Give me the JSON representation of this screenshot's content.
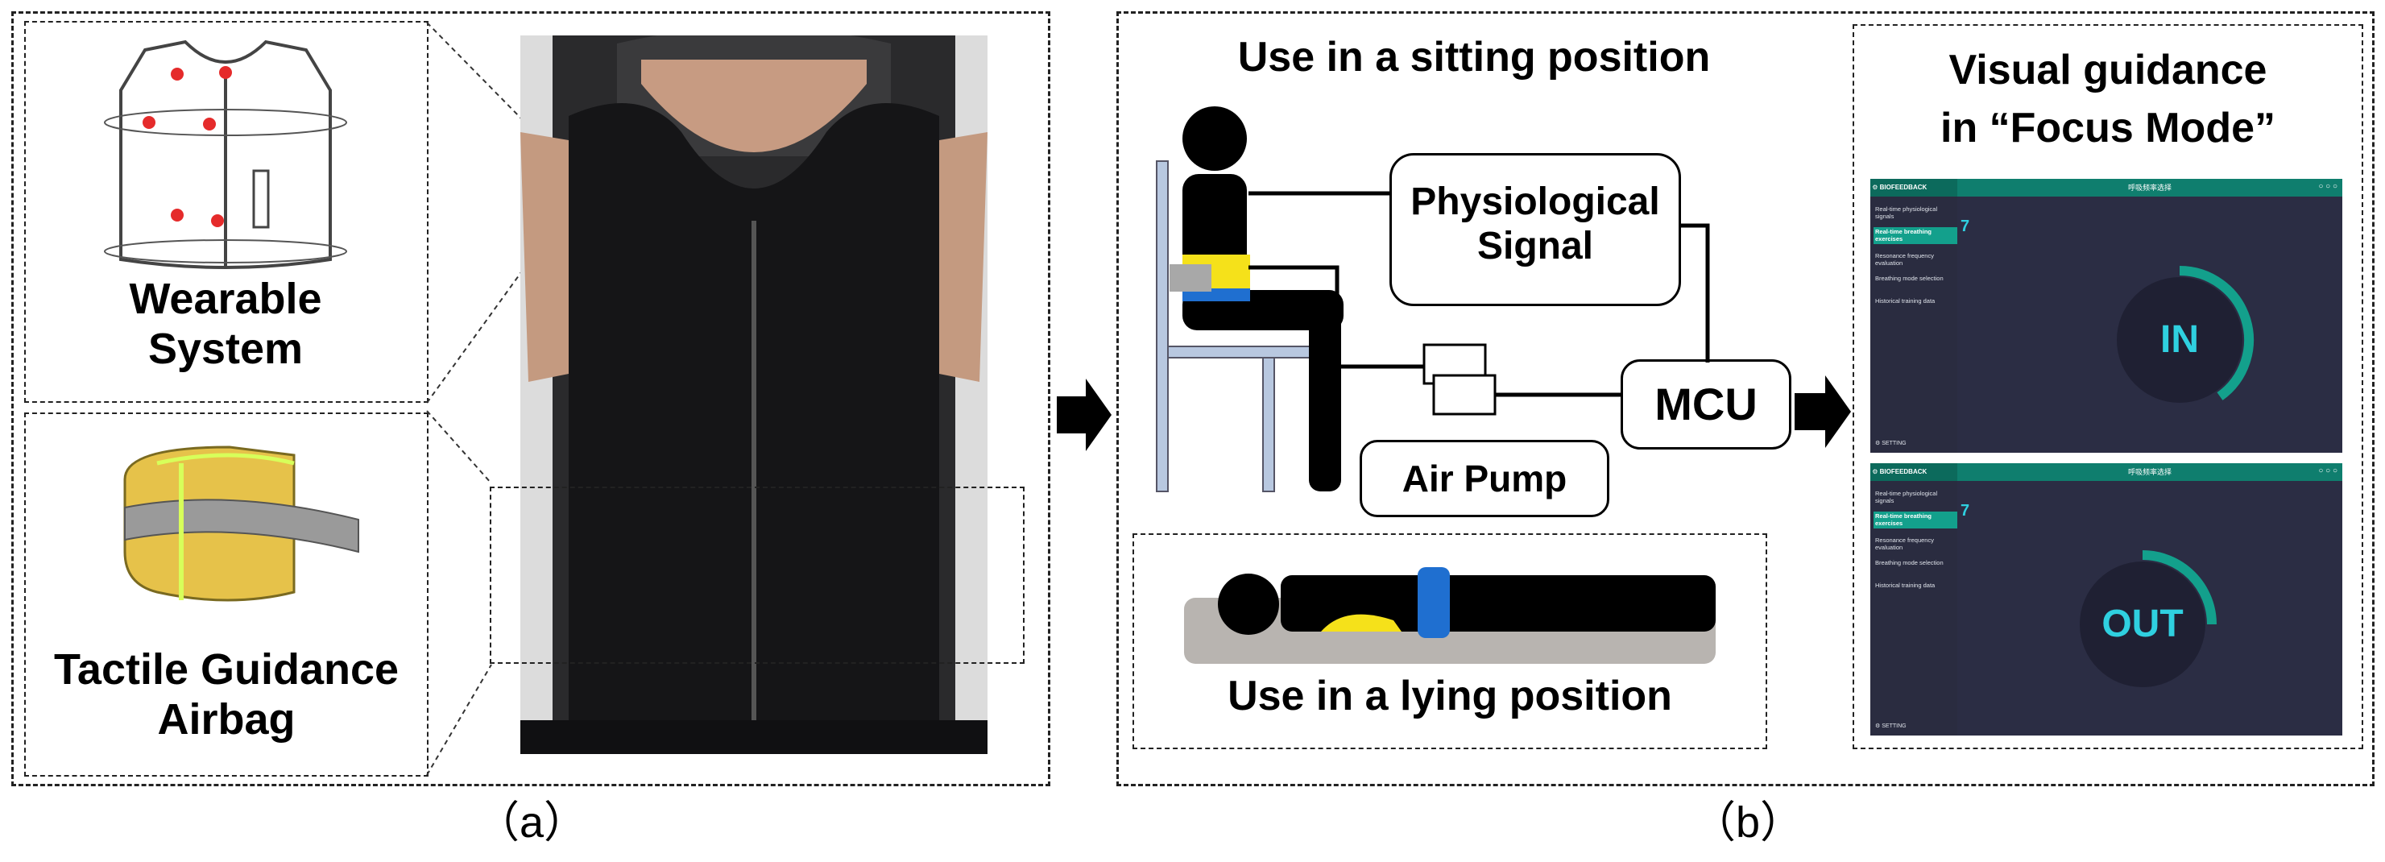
{
  "panel_a": {
    "vest_label": "Wearable System",
    "airbag_label": "Tactile Guidance Airbag",
    "caption": "（a）"
  },
  "panel_b": {
    "sitting_title": "Use in a sitting position",
    "physio_label": "Physiological Signal",
    "mcu_label": "MCU",
    "pump_label": "Air Pump",
    "lying_title": "Use in a lying position",
    "visual_title_line1": "Visual guidance",
    "visual_title_line2": "in “Focus Mode”",
    "caption": "（b）"
  },
  "app_ui": {
    "logo": "BIOFEEDBACK",
    "title": "呼吸频率选择",
    "menu": [
      "Real-time physiological signals",
      "Real-time breathing exercises",
      "Resonance frequency evaluation",
      "Breathing mode selection",
      "Historical training data"
    ],
    "active_index": 1,
    "setting": "SETTING",
    "counter": "7",
    "inhale": "IN",
    "exhale": "OUT"
  },
  "colors": {
    "teal": "#0f7e6e",
    "panel_bg": "#2b2d44",
    "circle_text": "#2fd0e0",
    "airbag_yellow": "#f2d94a",
    "belt_blue": "#1f6fd0",
    "vest_dot_red": "#e52b2b"
  }
}
